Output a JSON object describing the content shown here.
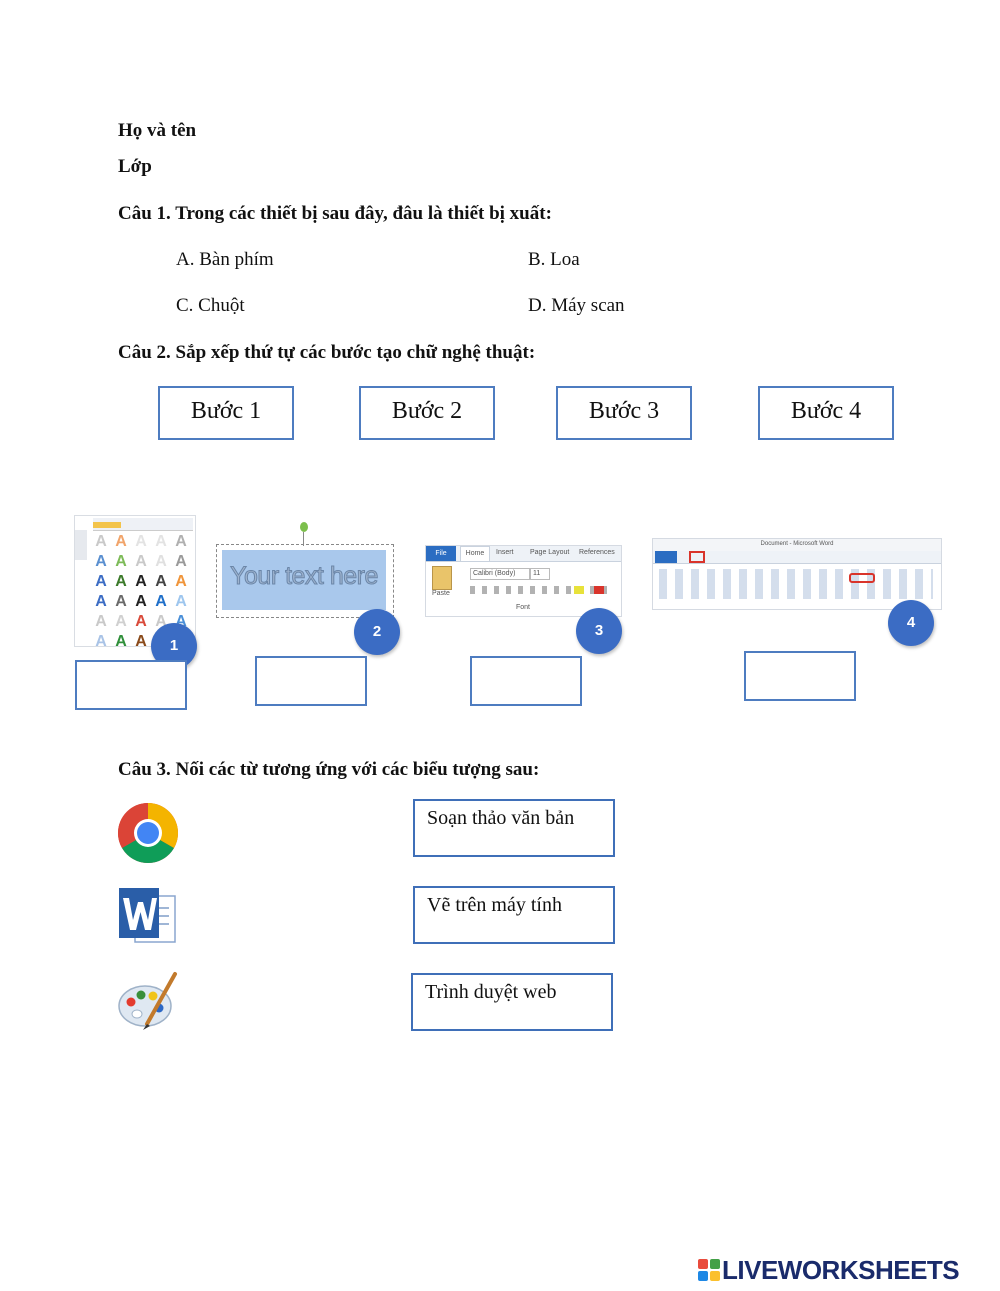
{
  "header": {
    "name_label": "Họ và tên",
    "class_label": "Lớp"
  },
  "q1": {
    "question": "Câu 1. Trong các thiết bị sau đây, đâu là thiết bị xuất:",
    "options": [
      {
        "text": "A.  Bàn phím"
      },
      {
        "text": "B. Loa"
      },
      {
        "text": "C.  Chuột"
      },
      {
        "text": "D. Máy scan"
      }
    ]
  },
  "q2": {
    "question": "Câu 2. Sắp xếp thứ tự các bước tạo chữ nghệ thuật:",
    "steps": [
      "Bước 1",
      "Bước 2",
      "Bước 3",
      "Bước 4"
    ],
    "images": [
      {
        "badge": "1"
      },
      {
        "badge": "2",
        "sample_text": "Your text here"
      },
      {
        "badge": "3",
        "tabs": [
          "File",
          "Home",
          "Insert",
          "Page Layout",
          "References"
        ],
        "font_name": "Calibri (Body)",
        "font_size": "11",
        "paste_label": "Paste",
        "group_label": "Font"
      },
      {
        "badge": "4",
        "title": "Document - Microsoft Word"
      }
    ]
  },
  "q3": {
    "question": "Câu 3. Nối các từ tương ứng với các biểu tượng sau:",
    "icons": [
      "chrome-icon",
      "word-icon",
      "paint-icon"
    ],
    "choices": [
      "Soạn thảo văn bản",
      "Vẽ trên máy tính",
      "Trình duyệt web"
    ]
  },
  "footer": {
    "brand": "LIVEWORKSHEETS"
  },
  "colors": {
    "box_border": "#4e7cc0",
    "badge": "#3b6cc4",
    "brand": "#1a2b6b"
  }
}
